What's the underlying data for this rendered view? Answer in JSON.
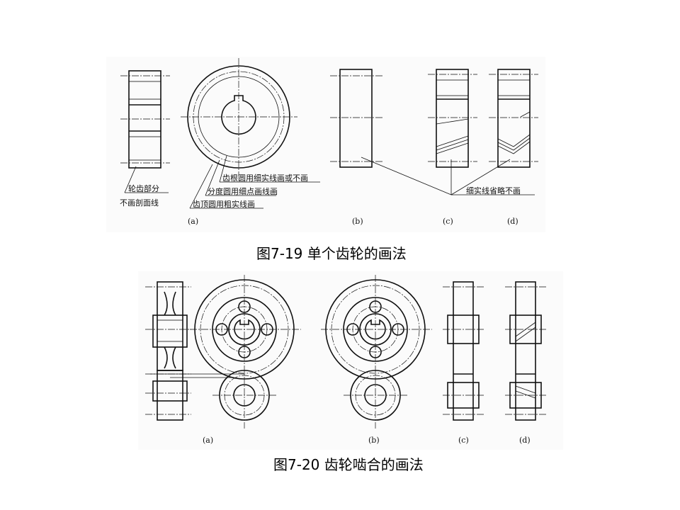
{
  "figure1": {
    "caption": "图7-19  单个齿轮的画法",
    "labels": {
      "root_circle": "齿根圆用细实线画或不画",
      "pitch_circle": "分度圆用细点画线画",
      "tip_circle": "齿顶圆用粗实线画",
      "teeth_line1": "轮齿部分",
      "teeth_line2": "不画剖面线",
      "thin_lines": "细实线省略不画"
    },
    "subfigures": [
      "(a)",
      "(b)",
      "(c)",
      "(d)"
    ]
  },
  "figure2": {
    "caption": "图7-20  齿轮啮合的画法",
    "subfigures": [
      "(a)",
      "(b)",
      "(c)",
      "(d)"
    ]
  }
}
